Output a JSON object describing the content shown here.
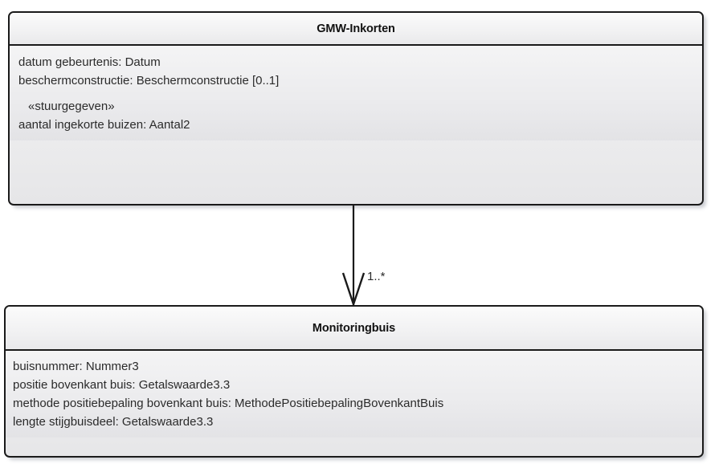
{
  "diagram": {
    "type": "uml-class-diagram",
    "background_color": "#ffffff",
    "classes": [
      {
        "id": "gmw-inkorten",
        "name": "GMW-Inkorten",
        "attributes": [
          {
            "text": "datum gebeurtenis: Datum",
            "stereotype": false
          },
          {
            "text": "beschermconstructie: Beschermconstructie [0..1]",
            "stereotype": false
          },
          {
            "text": "«stuurgegeven»",
            "stereotype": true
          },
          {
            "text": "aantal ingekorte buizen: Aantal2",
            "stereotype": false
          }
        ]
      },
      {
        "id": "monitoringbuis",
        "name": "Monitoringbuis",
        "attributes": [
          {
            "text": "buisnummer: Nummer3",
            "stereotype": false
          },
          {
            "text": "positie bovenkant buis: Getalswaarde3.3",
            "stereotype": false
          },
          {
            "text": "methode positiebepaling bovenkant buis: MethodePositiebepalingBovenkantBuis",
            "stereotype": false
          },
          {
            "text": "lengte stijgbuisdeel: Getalswaarde3.3",
            "stereotype": false
          }
        ]
      }
    ],
    "association": {
      "from": "gmw-inkorten",
      "to": "monitoringbuis",
      "multiplicity_target": "1..*",
      "arrow_style": "open-arrowhead",
      "line_color": "#1a1a1a"
    },
    "colors": {
      "border": "#1a1a1a",
      "fill_light": "#f7f7f7",
      "fill_dark": "#e3e3e6",
      "text": "#2b2b2b",
      "title_text": "#111111"
    }
  }
}
